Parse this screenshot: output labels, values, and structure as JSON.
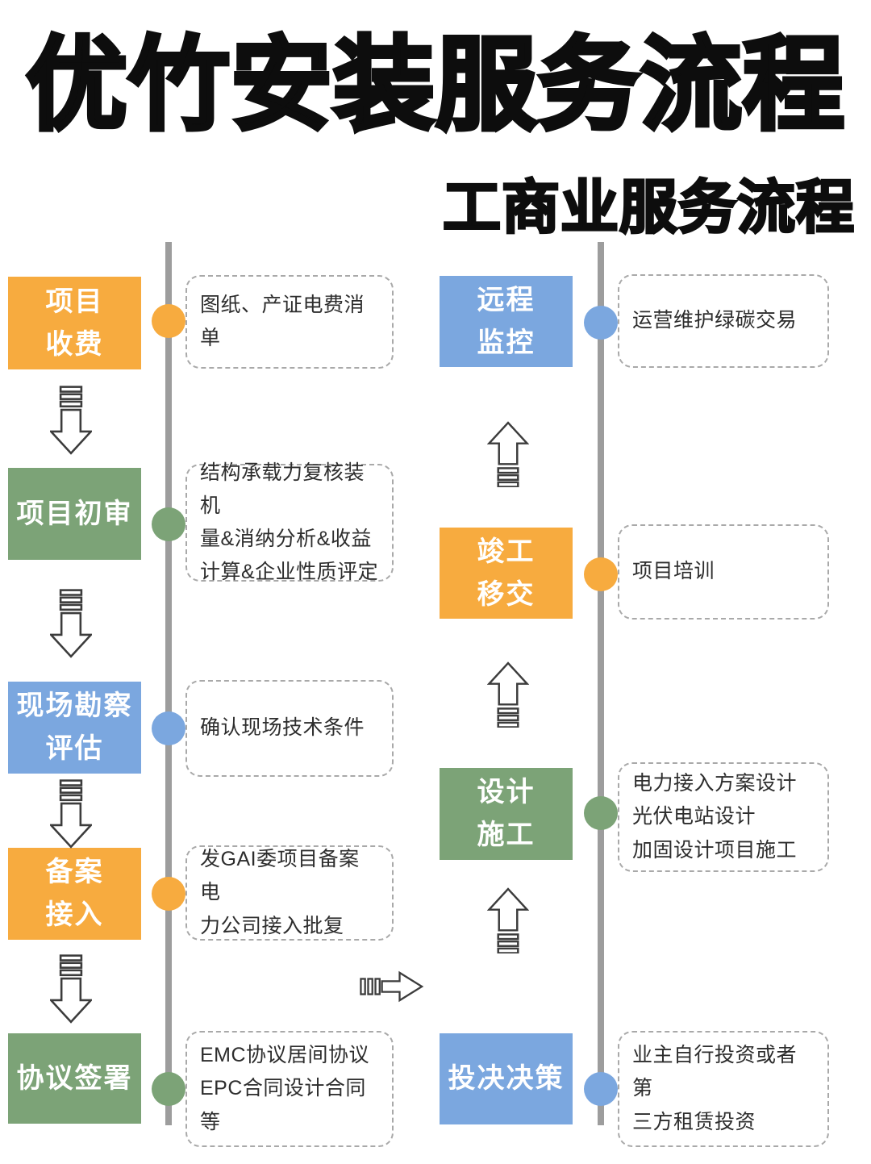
{
  "title": "优竹安装服务流程",
  "subtitle": "工商业服务流程",
  "colors": {
    "orange": "#F7AB3F",
    "green": "#7CA377",
    "blue": "#7BA7DF",
    "line": "#9D9D9D"
  },
  "left_flow": {
    "steps": [
      {
        "label": "项目\n收费",
        "color": "orange",
        "note": "图纸、产证电费消单"
      },
      {
        "label": "项目初审",
        "color": "green",
        "note": "结构承载力复核装机\n量&消纳分析&收益\n计算&企业性质评定"
      },
      {
        "label": "现场勘察\n评估",
        "color": "blue",
        "note": "确认现场技术条件"
      },
      {
        "label": "备案\n接入",
        "color": "orange",
        "note": "发GAI委项目备案电\n力公司接入批复"
      },
      {
        "label": "协议签署",
        "color": "green",
        "note": "EMC协议居间协议\nEPC合同设计合同等"
      }
    ]
  },
  "right_flow": {
    "steps": [
      {
        "label": "远程\n监控",
        "color": "blue",
        "note": "运营维护绿碳交易"
      },
      {
        "label": "竣工\n移交",
        "color": "orange",
        "note": "项目培训"
      },
      {
        "label": "设计\n施工",
        "color": "green",
        "note": "电力接入方案设计\n光伏电站设计\n加固设计项目施工"
      },
      {
        "label": "投决决策",
        "color": "blue",
        "note": "业主自行投资或者第\n三方租赁投资"
      }
    ]
  }
}
